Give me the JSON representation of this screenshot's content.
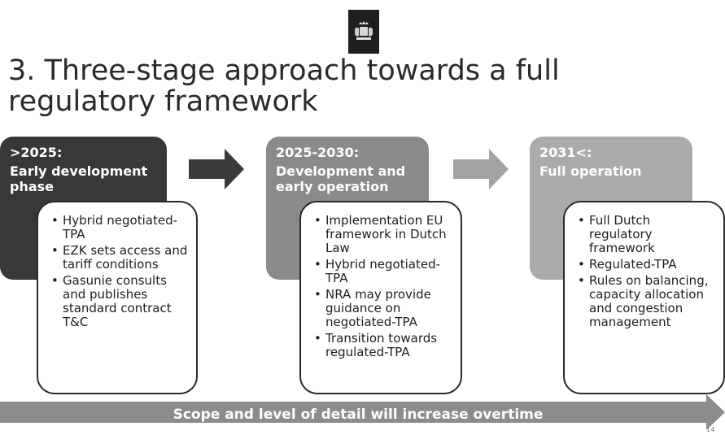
{
  "title": "3. Three-stage approach towards a full regulatory framework",
  "stages": [
    {
      "period": ">2025:",
      "phase": "Early development phase",
      "bullets": [
        "Hybrid negotiated-TPA",
        "EZK sets access and tariff conditions",
        "Gasunie consults and publishes standard contract T&C"
      ]
    },
    {
      "period": "2025-2030:",
      "phase": "Development and early operation",
      "bullets": [
        "Implementation EU framework in Dutch Law",
        "Hybrid negotiated-TPA",
        "NRA may provide guidance on negotiated-TPA",
        "Transition towards regulated-TPA"
      ]
    },
    {
      "period": "2031<:",
      "phase": "Full operation",
      "bullets": [
        "Full Dutch regulatory framework",
        "Regulated-TPA",
        "Rules on balancing, capacity allocation and congestion management"
      ]
    }
  ],
  "bottom_banner": "Scope and level of detail will increase overtime",
  "page_number": "14",
  "colors": {
    "stage1": "#383838",
    "stage2": "#8a8a8a",
    "stage3": "#ababab",
    "arrow1": "#3a3a3a",
    "arrow2": "#a3a3a3",
    "banner": "#8c8c8c"
  }
}
